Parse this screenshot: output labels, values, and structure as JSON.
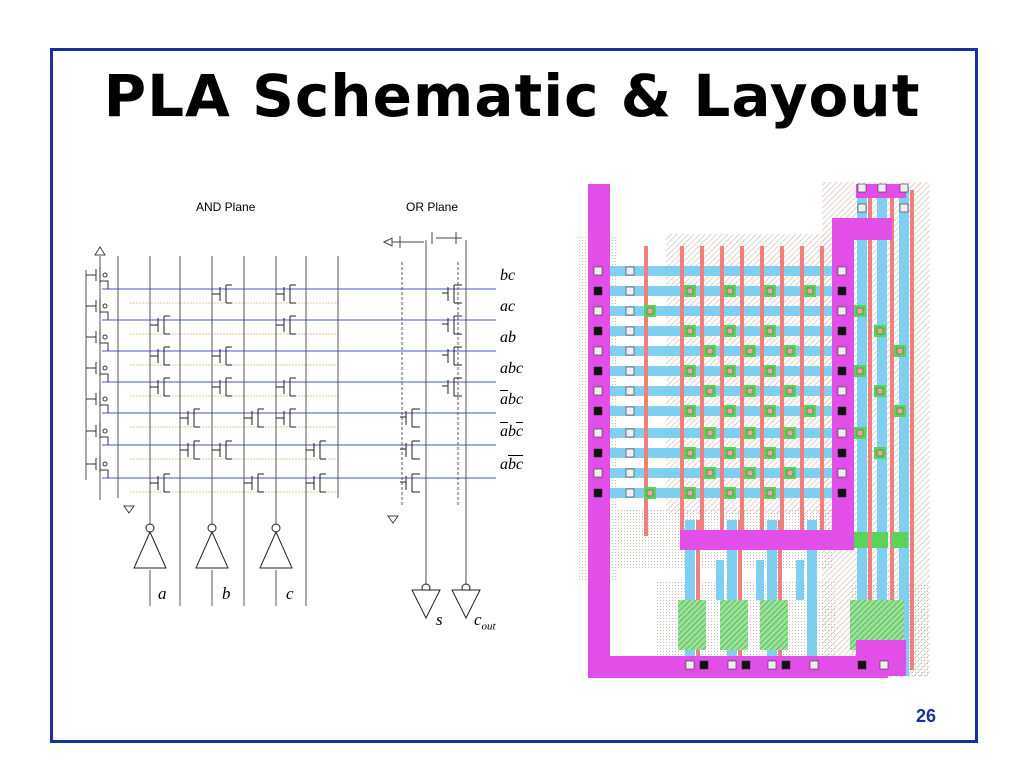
{
  "slide": {
    "title": "PLA Schematic & Layout",
    "page_number": "26"
  },
  "schematic": {
    "and_plane_label": "AND Plane",
    "or_plane_label": "OR Plane",
    "inputs": [
      "a",
      "b",
      "c"
    ],
    "outputs": [
      {
        "name": "s",
        "sub": ""
      },
      {
        "name": "c",
        "sub": "out"
      }
    ],
    "terms": [
      {
        "parts": [
          {
            "t": "bc",
            "bar": false
          }
        ]
      },
      {
        "parts": [
          {
            "t": "ac",
            "bar": false
          }
        ]
      },
      {
        "parts": [
          {
            "t": "ab",
            "bar": false
          }
        ]
      },
      {
        "parts": [
          {
            "t": "abc",
            "bar": false
          }
        ]
      },
      {
        "parts": [
          {
            "t": "a",
            "bar": true
          },
          {
            "t": "bc",
            "bar": false
          }
        ]
      },
      {
        "parts": [
          {
            "t": "a",
            "bar": true
          },
          {
            "t": "b",
            "bar": false
          },
          {
            "t": "c",
            "bar": true
          }
        ]
      },
      {
        "parts": [
          {
            "t": "a",
            "bar": false
          },
          {
            "t": "b",
            "bar": true
          },
          {
            "t": "c",
            "bar": true
          }
        ]
      }
    ]
  },
  "colors": {
    "frame": "#1a2fa0",
    "metal1_blue": "#7fd0f0",
    "metal2_magenta": "#e14ee8",
    "poly_red": "#f08080",
    "diffusion_green": "#5ad35a",
    "select_hatch": "#d8c8b8",
    "contact_black": "#111111"
  }
}
